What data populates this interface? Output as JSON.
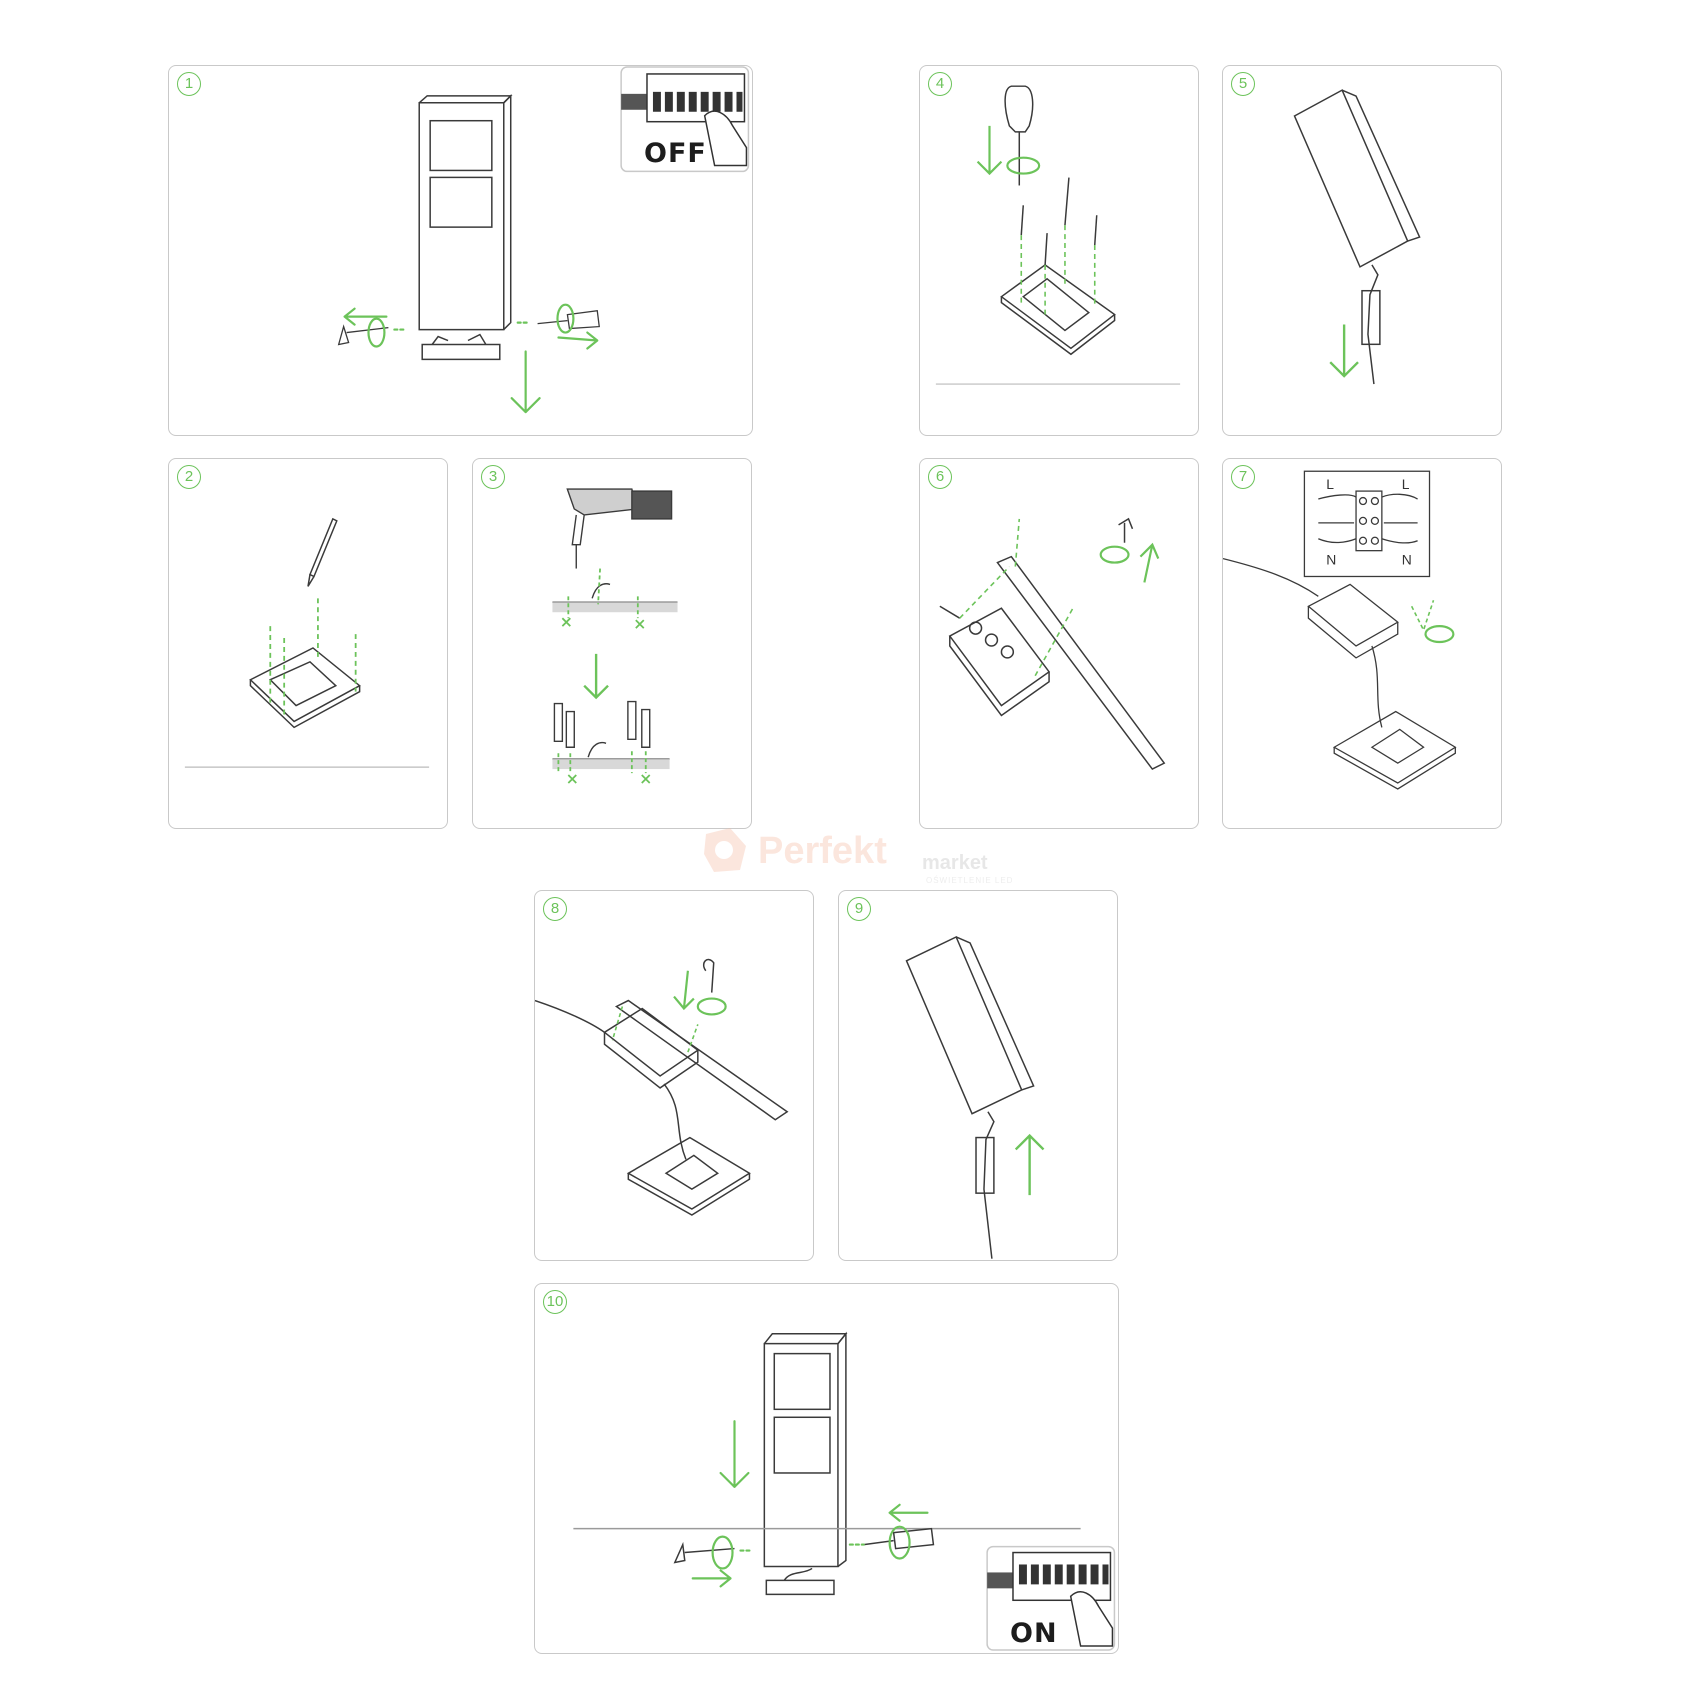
{
  "steps": [
    {
      "number": "1"
    },
    {
      "number": "2"
    },
    {
      "number": "3"
    },
    {
      "number": "4"
    },
    {
      "number": "5"
    },
    {
      "number": "6"
    },
    {
      "number": "7"
    },
    {
      "number": "8"
    },
    {
      "number": "9"
    },
    {
      "number": "10"
    }
  ],
  "switch_off_label": "OFF",
  "switch_on_label": "ON",
  "wiring_labels": {
    "l_left": "L",
    "l_right": "L",
    "n_left": "N",
    "n_right": "N"
  },
  "watermark": {
    "brand": "Perfekt",
    "sub": "market",
    "tagline": "OŚWIETLENIE LED"
  },
  "colors": {
    "accent": "#6cc35a",
    "line": "#3a3a3a",
    "border": "#c9c9c9",
    "watermark": "#f6b8a0"
  }
}
